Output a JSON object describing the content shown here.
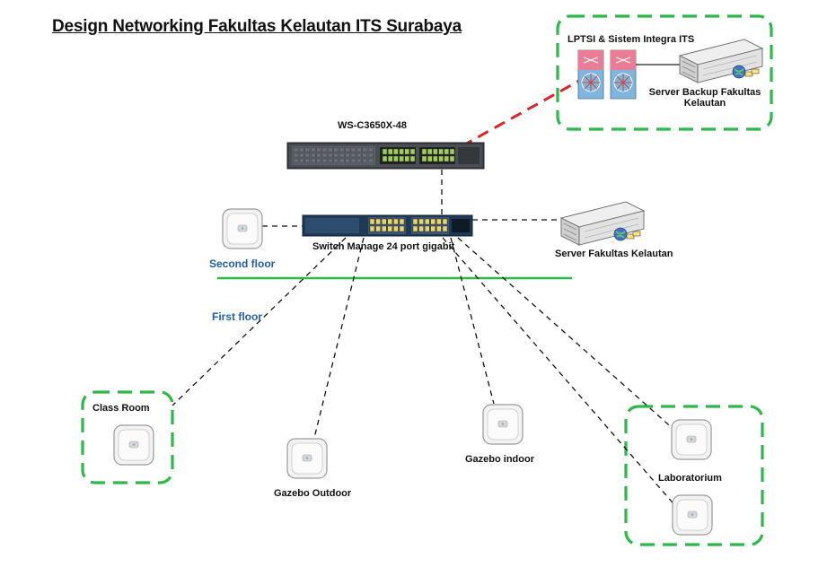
{
  "diagram": {
    "title": "Design Networking Fakultas Kelautan ITS Surabaya",
    "core_switch_label": "WS-C3650X-48",
    "access_switch_label": "Switch Manage 24 port gigabit",
    "itsgroup_label": "LPTSI & Sistem Integra ITS",
    "backup_server_label_line1": "Server Backup Fakultas",
    "backup_server_label_line2": "Kelautan",
    "server_label": "Server Fakultas Kelautan",
    "second_floor_label": "Second floor",
    "first_floor_label": "First floor",
    "classroom_label": "Class Room",
    "gazebo_outdoor_label": "Gazebo Outdoor",
    "gazebo_indoor_label": "Gazebo indoor",
    "laboratorium_label": "Laboratorium",
    "colors": {
      "group_border": "#2db84a",
      "floor_line": "#2db84a",
      "uplink": "#d9252a",
      "link": "#111111",
      "floor_text": "#1f5fa8"
    }
  }
}
